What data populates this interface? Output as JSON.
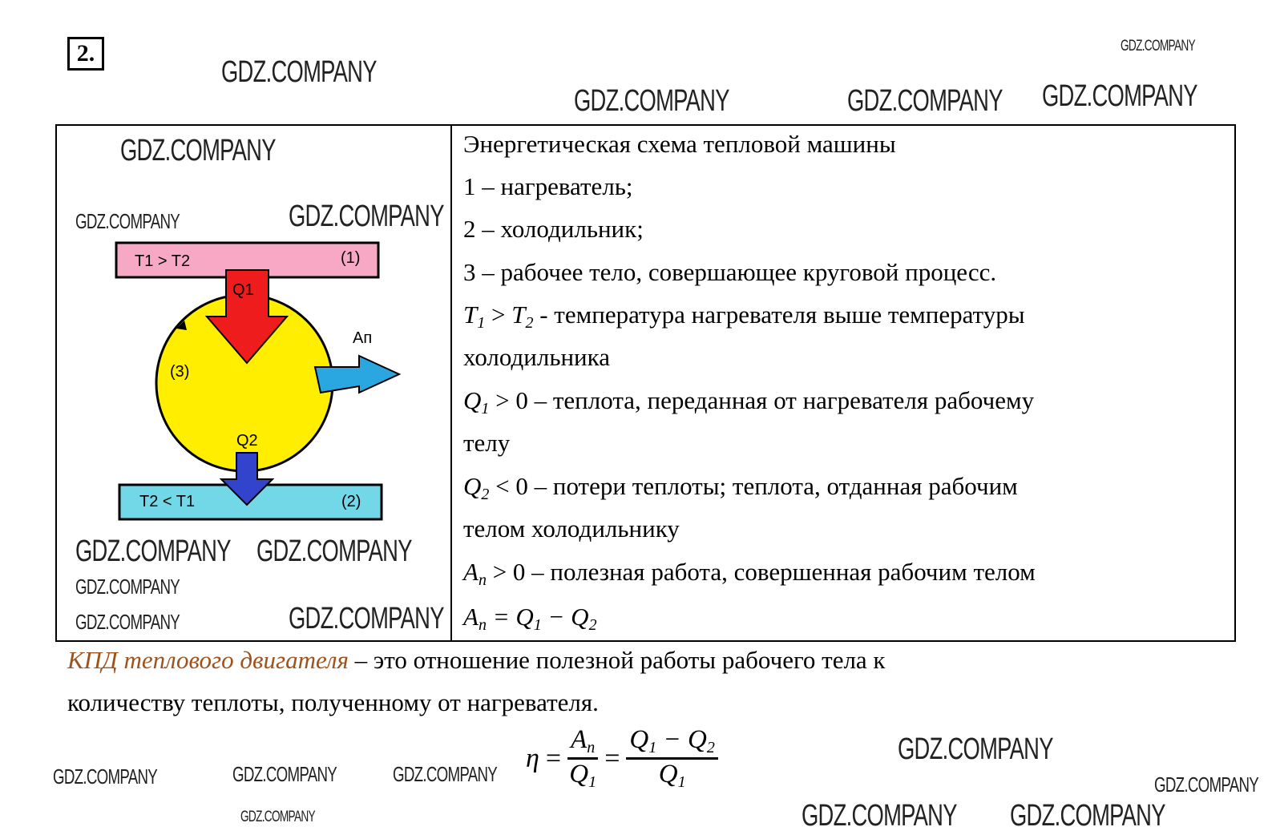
{
  "task_number": "2.",
  "diagram": {
    "hot_label": "T1 > T2",
    "hot_num": "(1)",
    "cold_label": "T2 < T1",
    "cold_num": "(2)",
    "body_num": "(3)",
    "q1": "Q1",
    "q2": "Q2",
    "work": "Aп",
    "colors": {
      "hot": "#f7a8c4",
      "cold": "#72d8e8",
      "body": "#ffee00",
      "q1_arrow": "#ee1c1c",
      "q2_arrow": "#3344cc",
      "work_arrow": "#2aa6e0"
    }
  },
  "lines": {
    "title": "Энергетическая схема тепловой машины",
    "l1": "1 – нагреватель;",
    "l2": "2 – холодильник;",
    "l3": "3 – рабочее тело, совершающее круговой процесс.",
    "t1": "T",
    "t1s": "1",
    "gt": " > ",
    "t2": "T",
    "t2s": "2",
    "t_text": " - температура нагревателя выше температуры",
    "t_text2": "холодильника",
    "q1": "Q",
    "q1s": "1",
    "q1_rel": " > 0 – теплота, переданная от нагревателя рабочему",
    "q1_text2": "телу",
    "q2": "Q",
    "q2s": "2",
    "q2_rel": " < 0 – потери теплоты; теплота, отданная рабочим",
    "q2_text2": "телом холодильнику",
    "a": "A",
    "as": "п",
    "a_rel": " > 0 – полезная работа, совершенная рабочим телом",
    "eq": "A",
    "eqs": "п",
    "eq_rest": " = Q",
    "eq_s1": "1",
    "eq_minus": " − Q",
    "eq_s2": "2"
  },
  "definition": {
    "term": "КПД теплового двигателя",
    "text1": " – это отношение полезной работы рабочего тела к",
    "text2": "количеству теплоты, полученному от нагревателя."
  },
  "formula": {
    "eta": "η",
    "eq": "=",
    "a": "A",
    "as": "п",
    "q": "Q",
    "qs": "1",
    "num2": "Q",
    "n2s1": "1",
    "minus": " − Q",
    "n2s2": "2"
  },
  "watermark": "GDZ.COMPANY"
}
